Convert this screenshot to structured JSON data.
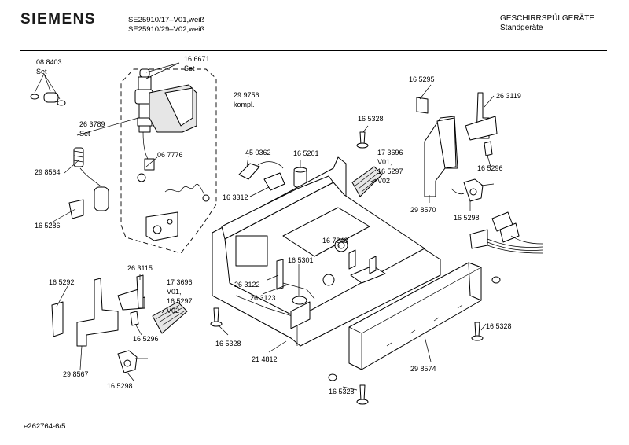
{
  "header": {
    "brand": "SIEMENS",
    "model_line_1": "SE25910/17–V01,weiß",
    "model_line_2": "SE25910/29–V02,weiß",
    "category": "GESCHIRRSPÜLGERÄTE",
    "subcategory": "Standgeräte"
  },
  "footer": {
    "drawing_id": "e262764-6/5"
  },
  "labels": {
    "l088403": "08 8403",
    "set1": "Set",
    "l166671": "16 6671",
    "set2": "Set",
    "l299756": "29 9756",
    "kompl": "kompl.",
    "l263789": "26 3789",
    "set3": "Set",
    "l067776": "06 7776",
    "l298564": "29 8564",
    "l165286": "16 5286",
    "l450362": "45 0362",
    "l165201": "16 5201",
    "l163312": "16 3312",
    "l165328a": "16 5328",
    "l173696a": "17 3696",
    "v01a": "V01,",
    "l165297a": "16 5297",
    "v02a": "V02",
    "l165295": "16 5295",
    "l263119": "26 3119",
    "l165296a": "16 5296",
    "l298570": "29 8570",
    "l165298a": "16 5298",
    "l167243": "16 7243",
    "l165301": "16 5301",
    "l263122": "26 3122",
    "l263123": "26 3123",
    "l165292": "16 5292",
    "l263115": "26 3115",
    "l173696b": "17 3696",
    "v01b": "V01,",
    "l165297b": "16 5297",
    "v02b": "V02",
    "l165296b": "16 5296",
    "l298567": "29 8567",
    "l165298b": "16 5298",
    "l165328b": "16 5328",
    "l214812": "21 4812",
    "l165328c": "16 5328",
    "l298574": "29 8574",
    "l165328d": "16 5328"
  }
}
